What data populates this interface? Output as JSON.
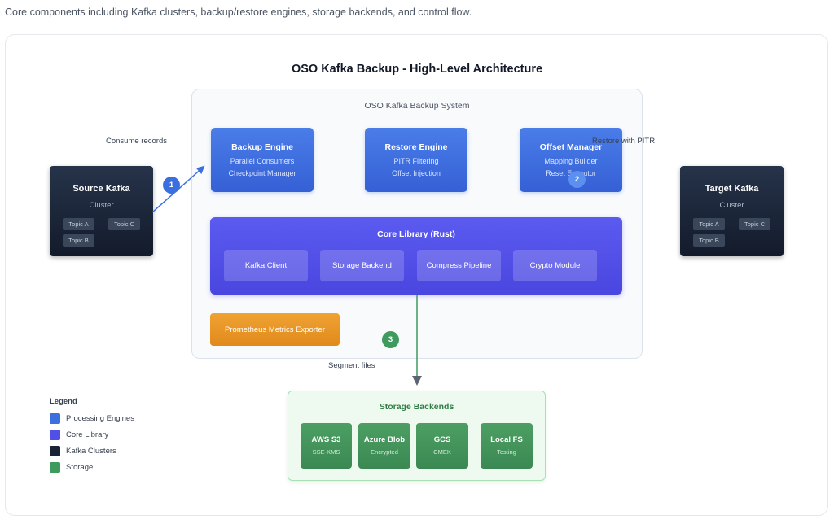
{
  "caption": "Core components including Kafka clusters, backup/restore engines, storage backends, and control flow.",
  "diagram": {
    "title": "OSO Kafka Backup - High-Level Architecture",
    "system_label": "OSO Kafka Backup System",
    "engines": [
      {
        "title": "Backup Engine",
        "lines": [
          "Parallel Consumers",
          "Checkpoint Manager"
        ]
      },
      {
        "title": "Restore Engine",
        "lines": [
          "PITR Filtering",
          "Offset Injection"
        ]
      },
      {
        "title": "Offset Manager",
        "lines": [
          "Mapping Builder",
          "Reset Executor"
        ]
      }
    ],
    "core_library": {
      "title": "Core Library (Rust)",
      "modules": [
        "Kafka Client",
        "Storage Backend",
        "Compress Pipeline",
        "Crypto Module"
      ]
    },
    "metrics": "Prometheus Metrics Exporter",
    "source": {
      "title": "Source Kafka",
      "subtitle": "Cluster",
      "topics": [
        "Topic A",
        "Topic C",
        "Topic B"
      ]
    },
    "target": {
      "title": "Target Kafka",
      "subtitle": "Cluster",
      "topics": [
        "Topic A",
        "Topic C",
        "Topic B"
      ]
    },
    "edges": [
      {
        "badge": "1",
        "label": "Consume records",
        "color": "#3b6fe0"
      },
      {
        "badge": "2",
        "label": "Restore with PITR",
        "color": "#5b8ff0"
      },
      {
        "badge": "3",
        "label": "Segment files",
        "color": "#3f9a5e"
      }
    ],
    "storage": {
      "title": "Storage Backends",
      "backends": [
        {
          "name": "AWS S3",
          "note": "SSE-KMS"
        },
        {
          "name": "Azure Blob",
          "note": "Encrypted"
        },
        {
          "name": "GCS",
          "note": "CMEK"
        },
        {
          "name": "Local FS",
          "note": "Testing"
        }
      ]
    },
    "legend": {
      "title": "Legend",
      "items": [
        {
          "label": "Processing Engines",
          "color": "#3b6fe0"
        },
        {
          "label": "Core Library",
          "color": "#5050e6"
        },
        {
          "label": "Kafka Clusters",
          "color": "#1a2235"
        },
        {
          "label": "Storage",
          "color": "#3f9a5e"
        }
      ]
    }
  }
}
